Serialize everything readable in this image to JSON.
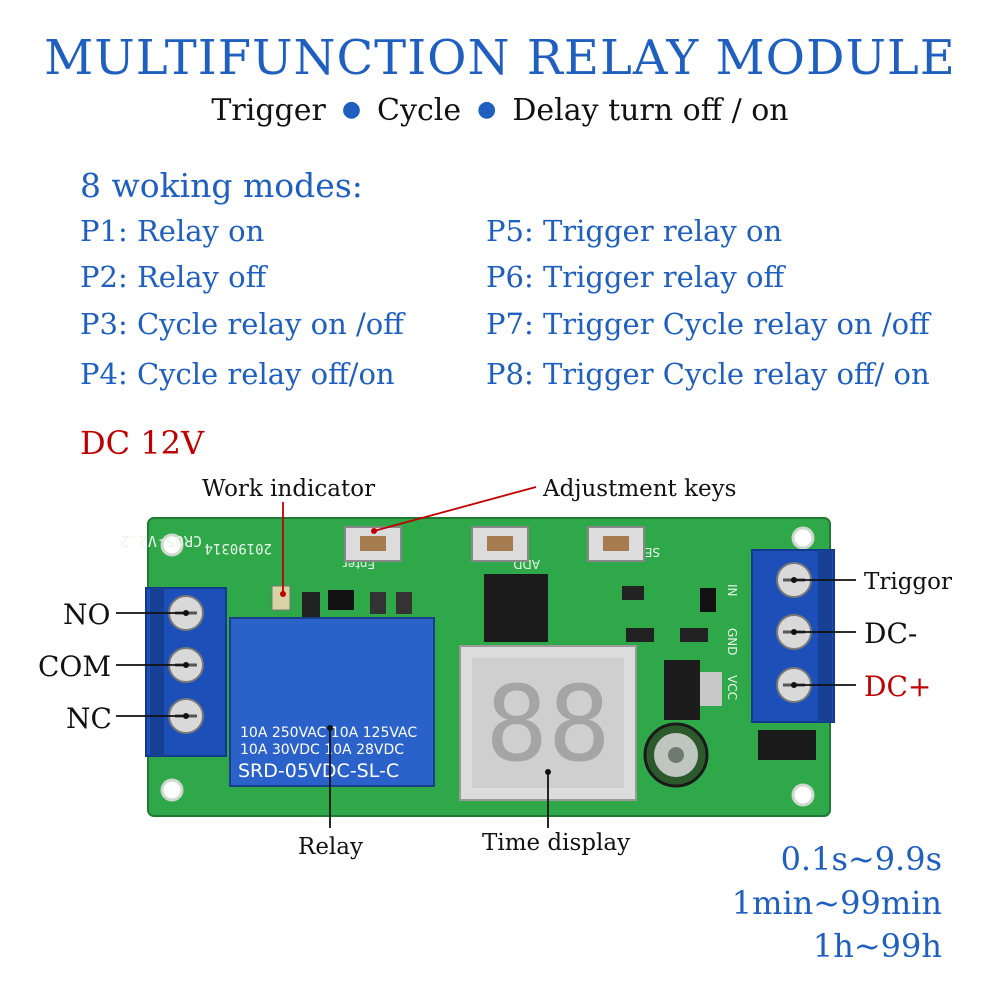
{
  "title": "MULTIFUNCTION RELAY MODULE",
  "subtitle": [
    "Trigger",
    "Cycle",
    "Delay turn off / on"
  ],
  "modes_heading": "8 woking modes:",
  "modes": [
    "P1: Relay on",
    "P2: Relay off",
    "P3: Cycle relay on /off",
    "P4: Cycle relay off/on",
    "P5: Trigger relay on",
    "P6: Trigger relay off",
    "P7: Trigger Cycle relay on /off",
    "P8: Trigger Cycle relay off/ on"
  ],
  "power": "DC  12V",
  "callouts": {
    "work_indicator": "Work indicator",
    "adjustment_keys": "Adjustment keys",
    "relay": "Relay",
    "time_display": "Time display",
    "no": "NO",
    "com": "COM",
    "nc": "NC",
    "trigger": "Triggor",
    "dc_minus": "DC-",
    "dc_plus": "DC+"
  },
  "board": {
    "model": "CR05-V2.2",
    "date": "20190314",
    "enter": "Enter",
    "add": "ADD",
    "set": "SET",
    "pins": [
      "IN",
      "GND",
      "VCC"
    ],
    "relay_text": [
      "10A 250VAC  10A 125VAC",
      "10A  30VDC  10A  28VDC",
      "SRD-05VDC-SL-C"
    ],
    "display": "88"
  },
  "ranges": [
    "0.1s~9.9s",
    "1min~99min",
    "1h~99h"
  ],
  "colors": {
    "blue_text": "#1f5fbf",
    "red_text": "#c00000",
    "pcb_green": "#2fa84a",
    "terminal_blue": "#1d4fb8",
    "relay_blue": "#2b62c9"
  }
}
